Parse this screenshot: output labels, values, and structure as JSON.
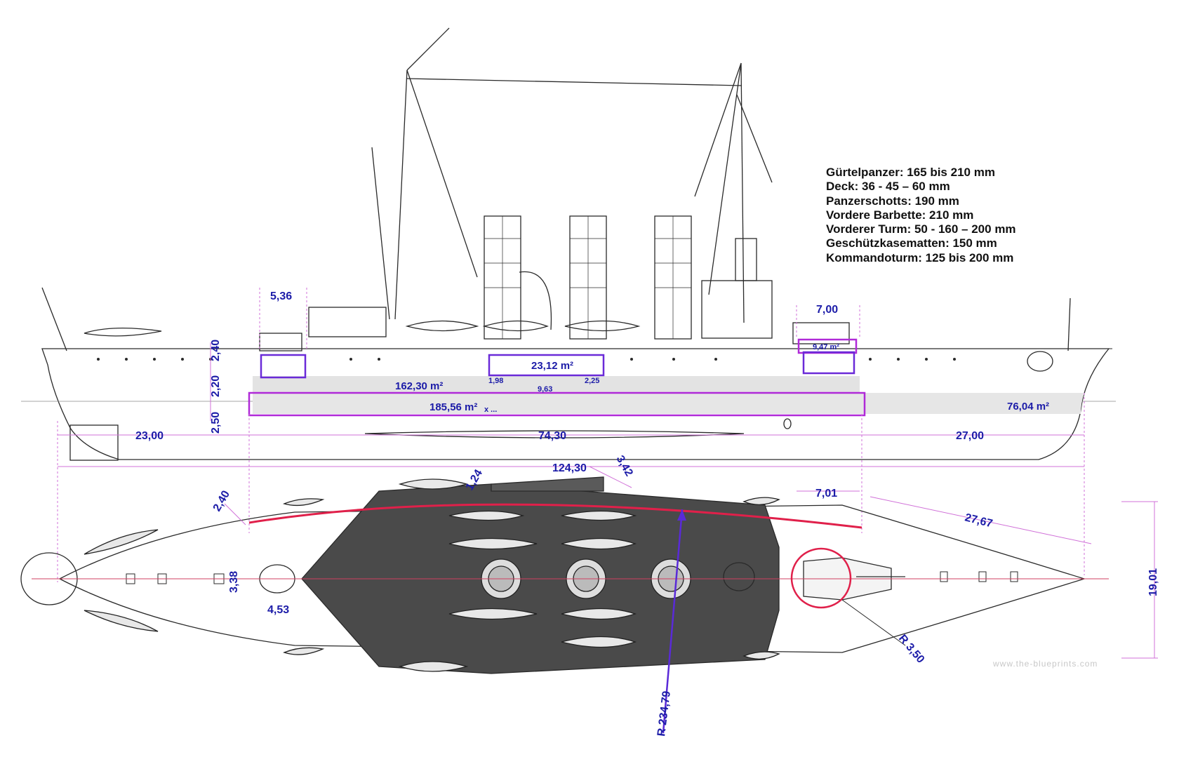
{
  "armor_notes": [
    "Gürtelpanzer: 165 bis 210 mm",
    "Deck: 36 - 45 – 60 mm",
    "Panzerschotts: 190 mm",
    "Vordere Barbette: 210 mm",
    "Vorderer Turm: 50 - 160 – 200 mm",
    "Geschützkasematten: 150 mm",
    "Kommandoturm: 125 bis 200 mm"
  ],
  "side_view_dimensions": {
    "d_5_36": "5,36",
    "d_7_00": "7,00",
    "d_2_40": "2,40",
    "d_2_20": "2,20",
    "d_2_50": "2,50",
    "d_23_00": "23,00",
    "d_74_30": "74,30",
    "d_27_00": "27,00",
    "d_1_98": "1,98",
    "d_9_63": "9,63",
    "d_2_25": "2,25",
    "d_124_30": "124,30"
  },
  "side_view_areas": {
    "a_23_12": "23,12 m²",
    "a_9_47": "9,47 m²",
    "a_162_30": "162,30 m²",
    "a_185_56": "185,56 m²",
    "a_76_04": "76,04 m²",
    "a_185_mark": "x ..."
  },
  "top_view_dimensions": {
    "d_2_40": "2,40",
    "d_1_24": "1,24",
    "d_3_42": "3,42",
    "d_7_01": "7,01",
    "d_27_67": "27,67",
    "d_19_01": "19,01",
    "d_3_38": "3,38",
    "d_4_53": "4,53",
    "r_3_50": "R 3,50",
    "r_234_79": "R 234,79"
  },
  "watermark": "www.the-blueprints.com",
  "colors": {
    "dimension": "#1c1ca8",
    "armor_box": "#b02ad8",
    "radius_arc": "#e0204a",
    "guide": "#d070d8",
    "ink": "#2a2a2a",
    "armor_fill": "#e3e3e3"
  }
}
